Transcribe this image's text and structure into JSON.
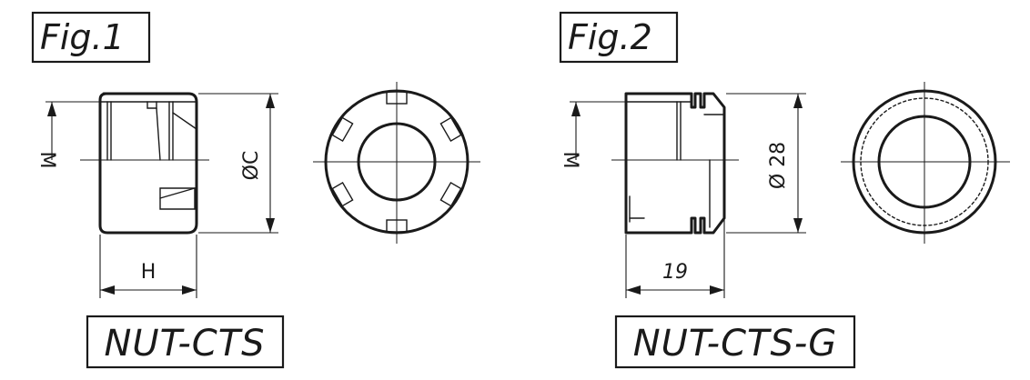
{
  "fig1": {
    "caption": "Fig.1",
    "part_name": "NUT-CTS",
    "dim_thread": "M",
    "dim_length": "H",
    "dim_diameter": "ØC"
  },
  "fig2": {
    "caption": "Fig.2",
    "part_name": "NUT-CTS-G",
    "dim_thread": "M",
    "dim_length": "19",
    "dim_diameter": "Ø 28"
  },
  "colors": {
    "line": "#1a1a1a",
    "background": "#ffffff"
  }
}
